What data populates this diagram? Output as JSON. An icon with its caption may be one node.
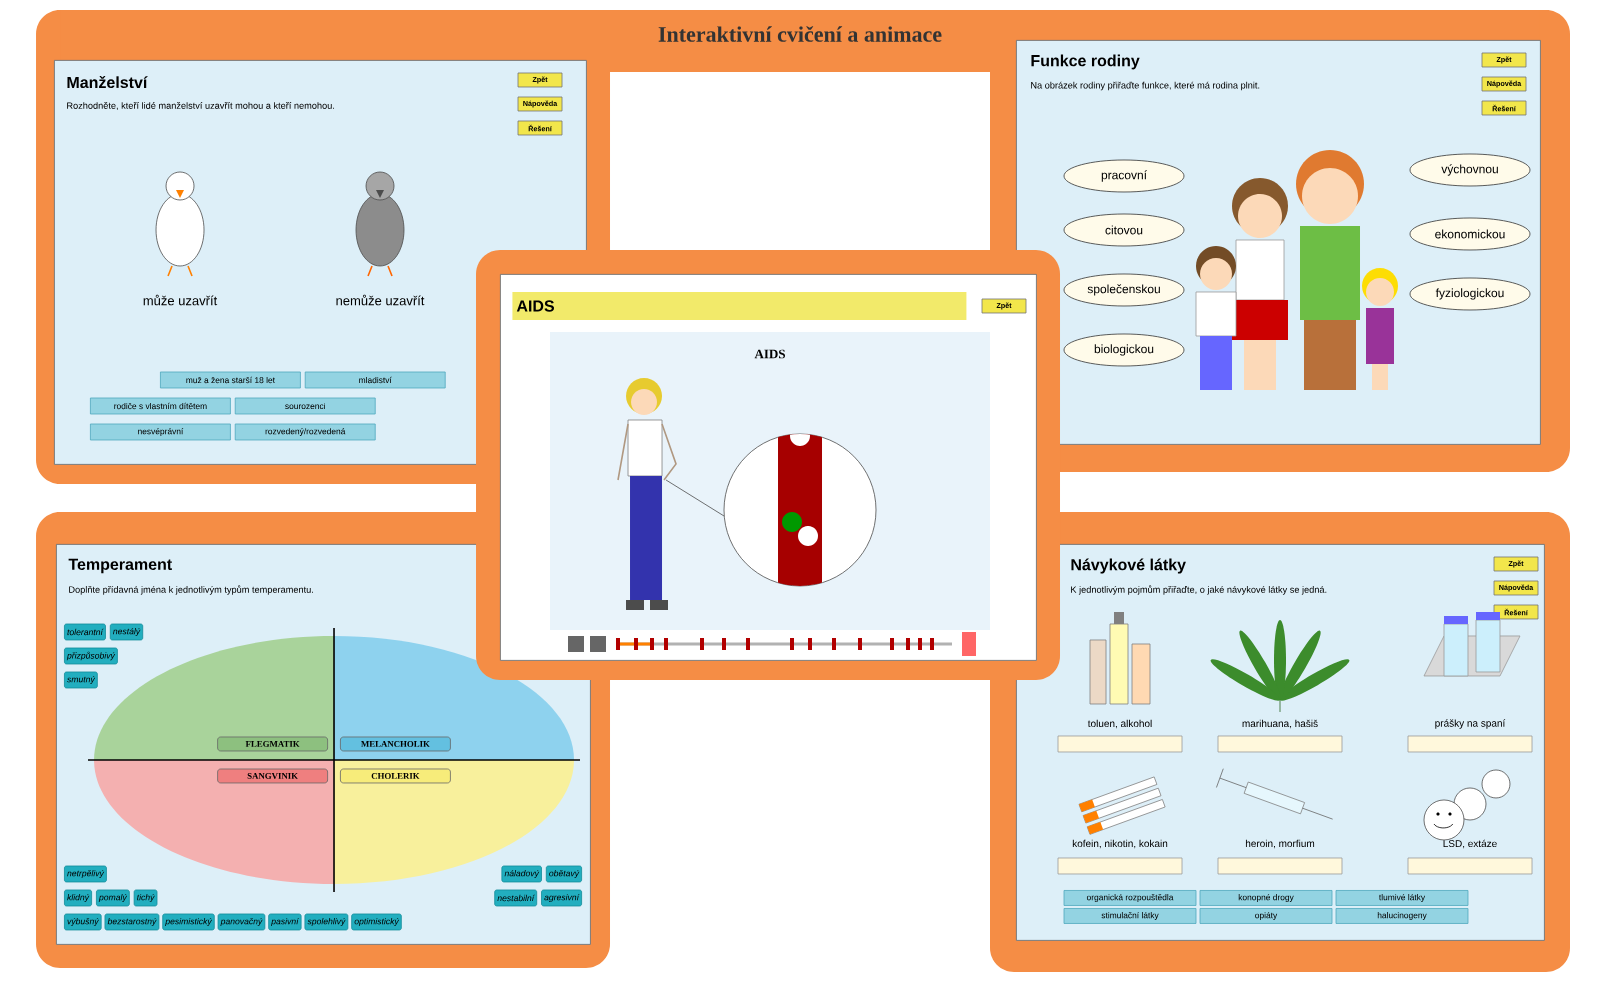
{
  "diagram": {
    "title": "Interaktivní cvičení a animace",
    "nodes": [
      {
        "text": [
          "Manželství",
          "Rozhodněte, kteří lidé manželství uzavřít mohou a kteří nemohou."
        ]
      },
      {
        "text": [
          "Zpět"
        ],
        "in": 0
      },
      {
        "text": [
          "Nápověda"
        ],
        "in": 0
      },
      {
        "text": [
          "Řešení"
        ],
        "in": 0
      },
      {
        "text": [
          "muž a žena starší 18 let"
        ],
        "in": 0
      },
      {
        "text": [
          "mladiství"
        ],
        "in": 0
      },
      {
        "text": [
          "rodiče s vlastním dítětem"
        ],
        "in": 0
      },
      {
        "text": [
          "sourozenci"
        ],
        "in": 0
      },
      {
        "text": [
          "nesvéprávní"
        ],
        "in": 0
      },
      {
        "text": [
          "rozvedený/rozvedená"
        ],
        "in": 0
      },
      {
        "text": [
          "Funkce rodiny",
          "Na obrázek rodiny přiřaďte funkce, které má rodina plnit."
        ]
      },
      {
        "text": [
          "Zpět"
        ],
        "in": 10
      },
      {
        "text": [
          "Nápověda"
        ],
        "in": 10
      },
      {
        "text": [
          "Řešení"
        ],
        "in": 10
      },
      {
        "text": [
          "pracovní"
        ],
        "in": 10
      },
      {
        "text": [
          "citovou"
        ],
        "in": 10
      },
      {
        "text": [
          "společenskou"
        ],
        "in": 10
      },
      {
        "text": [
          "biologickou"
        ],
        "in": 10
      },
      {
        "text": [
          "výchovnou"
        ],
        "in": 10
      },
      {
        "text": [
          "ekonomickou"
        ],
        "in": 10
      },
      {
        "text": [
          "fyziologickou"
        ],
        "in": 10
      },
      {
        "text": [
          "AIDS",
          "AIDS"
        ]
      },
      {
        "text": [
          "Zpět"
        ],
        "in": 21
      },
      {
        "text": [
          "Temperament",
          "Doplňte přídavná jména k jednotlivým typům temperamentu."
        ]
      },
      {
        "text": [
          "FLEGMATIK"
        ],
        "in": 23
      },
      {
        "text": [
          "MELANCHOLIK"
        ],
        "in": 23
      },
      {
        "text": [
          "SANGVINIK"
        ],
        "in": 23
      },
      {
        "text": [
          "CHOLERIK"
        ],
        "in": 23
      },
      {
        "text": [
          "tolerantní"
        ],
        "in": 23
      },
      {
        "text": [
          "nestálý"
        ],
        "in": 23
      },
      {
        "text": [
          "přizpůsobivý"
        ],
        "in": 23
      },
      {
        "text": [
          "smutný"
        ],
        "in": 23
      },
      {
        "text": [
          "náladový"
        ],
        "in": 23
      },
      {
        "text": [
          "netrpělivý"
        ],
        "in": 23
      },
      {
        "text": [
          "obětavý"
        ],
        "in": 23
      },
      {
        "text": [
          "klidný"
        ],
        "in": 23
      },
      {
        "text": [
          "pomalý"
        ],
        "in": 23
      },
      {
        "text": [
          "tichý"
        ],
        "in": 23
      },
      {
        "text": [
          "nestabilní"
        ],
        "in": 23
      },
      {
        "text": [
          "agresivní"
        ],
        "in": 23
      },
      {
        "text": [
          "výbušný"
        ],
        "in": 23
      },
      {
        "text": [
          "bezstarostný"
        ],
        "in": 23
      },
      {
        "text": [
          "pesimistický"
        ],
        "in": 23
      },
      {
        "text": [
          "panovačný"
        ],
        "in": 23
      },
      {
        "text": [
          "pasivní"
        ],
        "in": 23
      },
      {
        "text": [
          "spolehlivý"
        ],
        "in": 23
      },
      {
        "text": [
          "optimistický"
        ],
        "in": 23
      },
      {
        "text": [
          "Návykové látky",
          "K jednotlivým pojmům přiřaďte, o jaké návykové látky se jedná."
        ]
      },
      {
        "text": [
          "Zpět"
        ],
        "in": 47
      },
      {
        "text": [
          "Nápověda"
        ],
        "in": 47
      },
      {
        "text": [
          "Řešení"
        ],
        "in": 47
      },
      {
        "text": [
          "organická rozpouštědla"
        ],
        "in": 47
      },
      {
        "text": [
          "konopné drogy"
        ],
        "in": 47
      },
      {
        "text": [
          "tlumivé látky"
        ],
        "in": 47
      },
      {
        "text": [
          "stimulační látky"
        ],
        "in": 47
      },
      {
        "text": [
          "opiáty"
        ],
        "in": 47
      },
      {
        "text": [
          "halucinogeny"
        ],
        "in": 47
      }
    ],
    "labels": [
      "může uzavřít",
      "nemůže uzavřít",
      "toluen, alkohol",
      "marihuana, hašiš",
      "prášky na spaní",
      "kofein, nikotin, kokain",
      "heroin, morfium",
      "LSD, extáze"
    ]
  }
}
